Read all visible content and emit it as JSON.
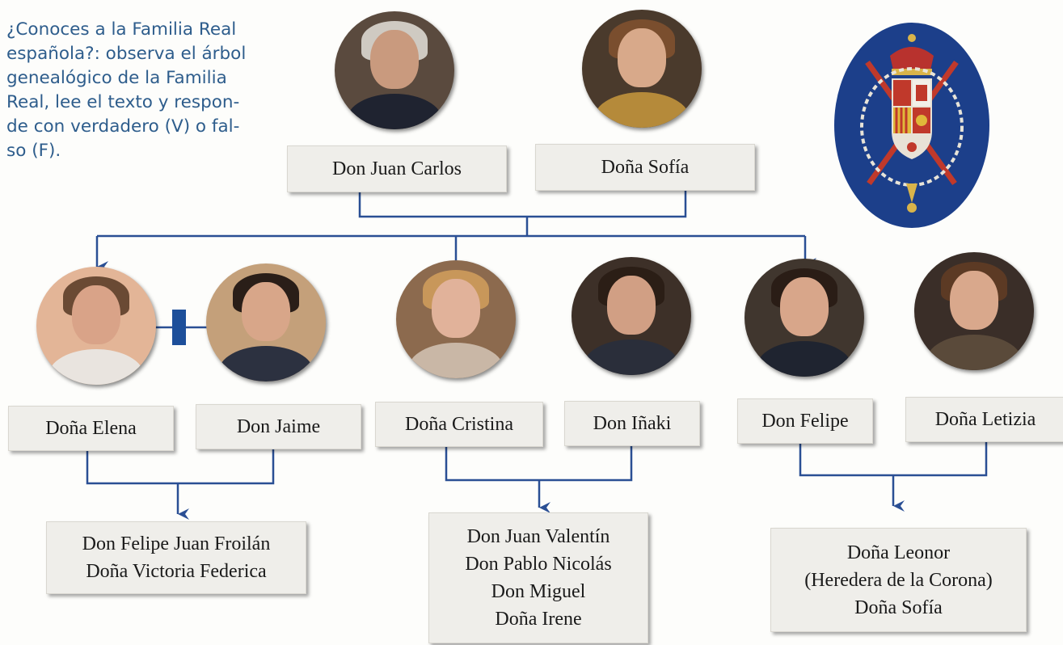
{
  "intro_lines": [
    "¿Conoces a la Familia Real",
    "española?: observa el árbol",
    "genealógico de la Familia",
    "Real, lee el texto y respon-",
    "de con verdadero (V) o fal-",
    "so (F)."
  ],
  "people": {
    "juan_carlos": "Don Juan Carlos",
    "sofia": "Doña Sofía",
    "elena": "Doña Elena",
    "jaime": "Don Jaime",
    "cristina": "Doña Cristina",
    "inaki": "Don Iñaki",
    "felipe": "Don Felipe",
    "letizia": "Doña Letizia"
  },
  "children": {
    "elena_jaime": [
      "Don Felipe Juan Froilán",
      "Doña Victoria Federica"
    ],
    "cristina_inaki": [
      "Don Juan Valentín",
      "Don Pablo Nicolás",
      "Don Miguel",
      "Doña Irene"
    ],
    "felipe_letizia": [
      "Doña Leonor",
      "(Heredera de la Corona)",
      "Doña Sofía"
    ]
  },
  "colors": {
    "connector": "#2a4f94",
    "intro_text": "#2e5d8c",
    "emblem_bg": "#1c3f8a"
  }
}
